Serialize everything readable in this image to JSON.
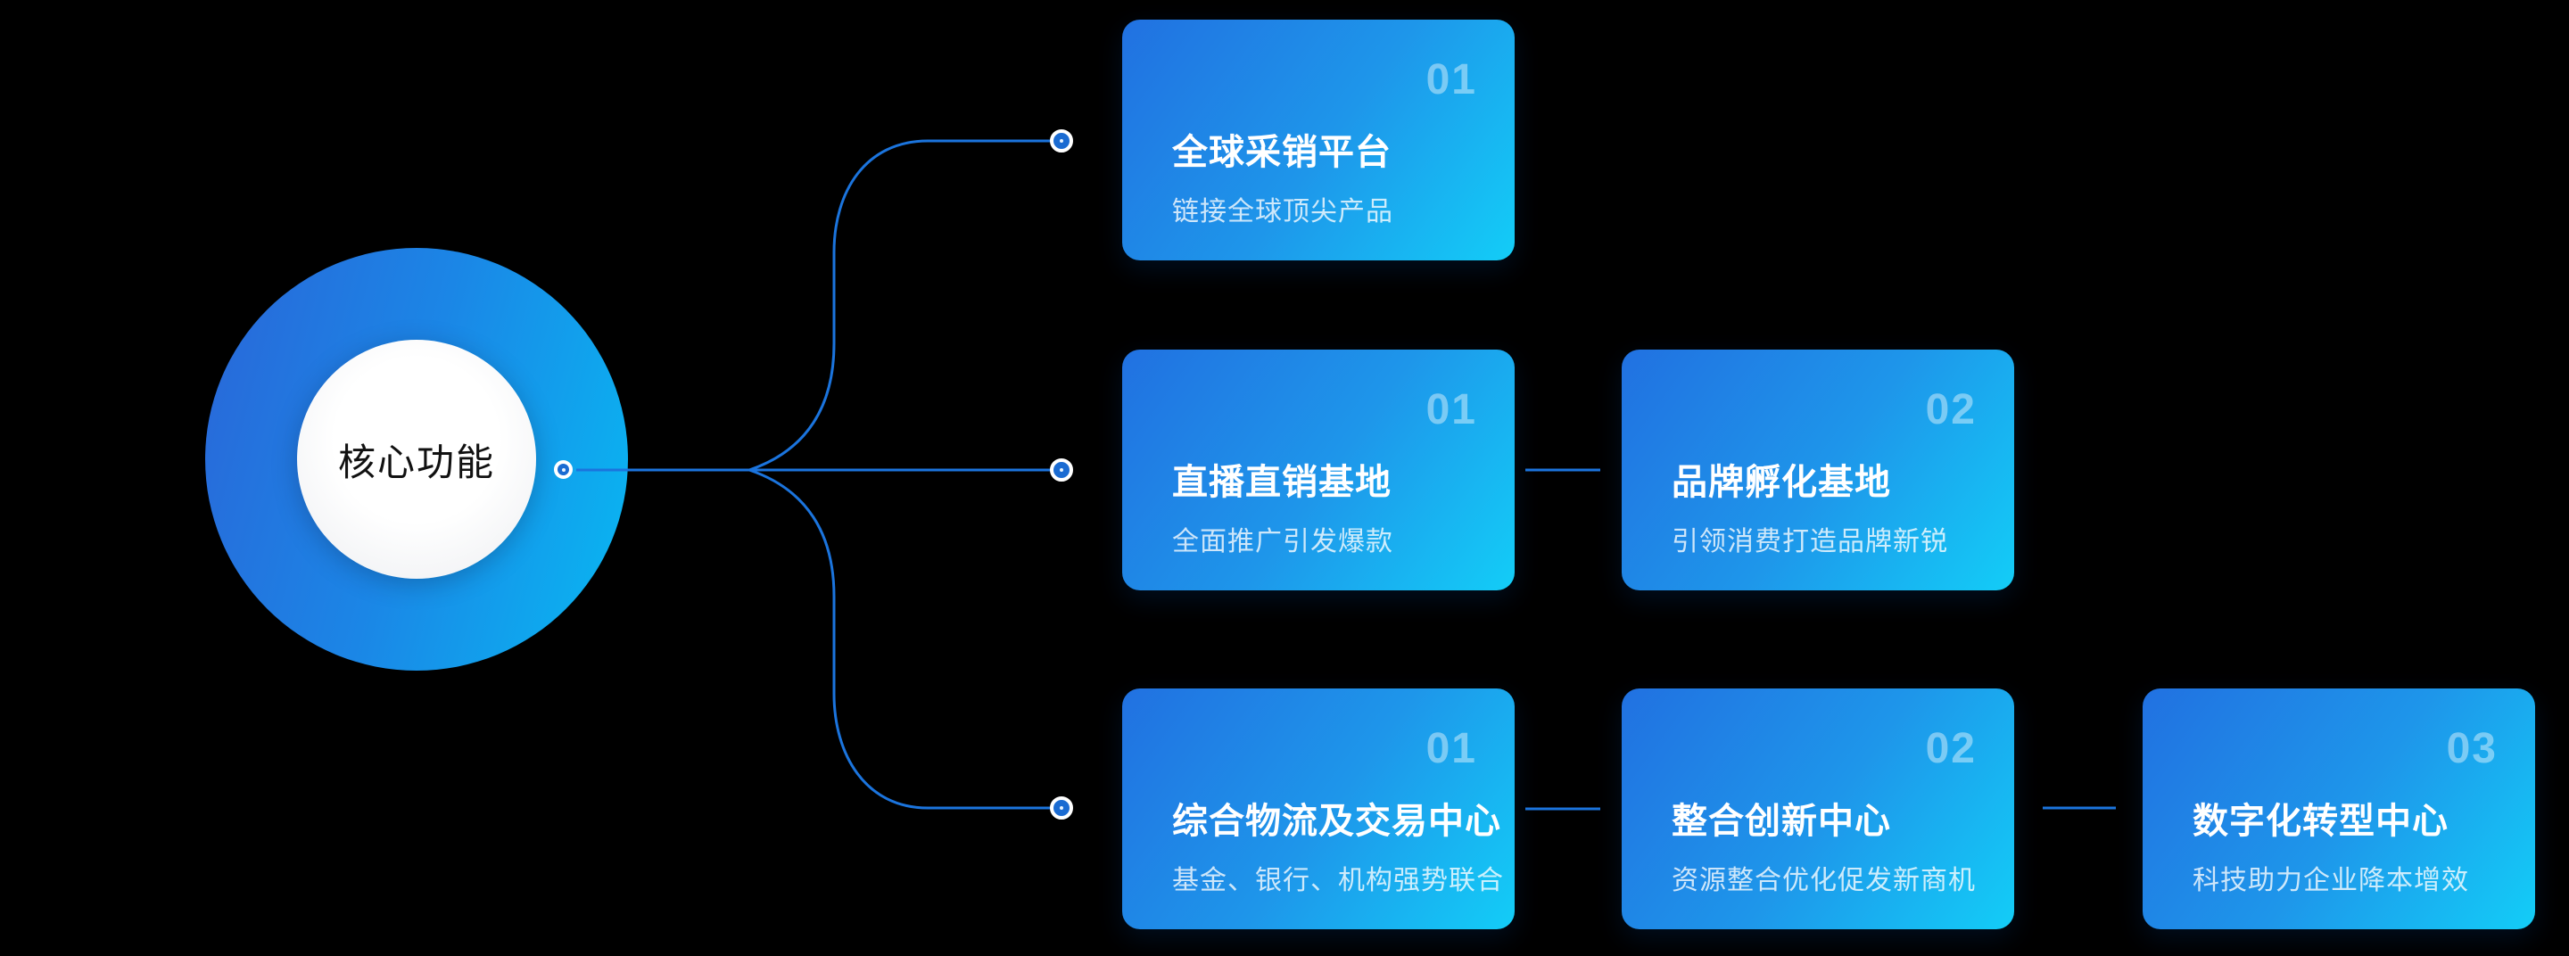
{
  "page": {
    "background": "#000000"
  },
  "center_node": {
    "label": "核心功能"
  },
  "palette": {
    "line": "#1b74dd",
    "ring_gradient_start": "#2a66d8",
    "ring_gradient_end": "#08b9f2",
    "card_gradient_start": "#2171e1",
    "card_gradient_end": "#13cdf7",
    "node_fill": "#1a6bd2",
    "number_color": "rgba(255,255,255,0.42)",
    "subtitle_color": "rgba(255,255,255,0.78)"
  },
  "rows": [
    {
      "cards": [
        {
          "number": "01",
          "title": "全球采销平台",
          "subtitle": "链接全球顶尖产品"
        }
      ]
    },
    {
      "cards": [
        {
          "number": "01",
          "title": "直播直销基地",
          "subtitle": "全面推广引发爆款"
        },
        {
          "number": "02",
          "title": "品牌孵化基地",
          "subtitle": "引领消费打造品牌新锐"
        }
      ]
    },
    {
      "cards": [
        {
          "number": "01",
          "title": "综合物流及交易中心",
          "subtitle": "基金、银行、机构强势联合"
        },
        {
          "number": "02",
          "title": "整合创新中心",
          "subtitle": "资源整合优化促发新商机"
        },
        {
          "number": "03",
          "title": "数字化转型中心",
          "subtitle": "科技助力企业降本增效"
        }
      ]
    }
  ]
}
